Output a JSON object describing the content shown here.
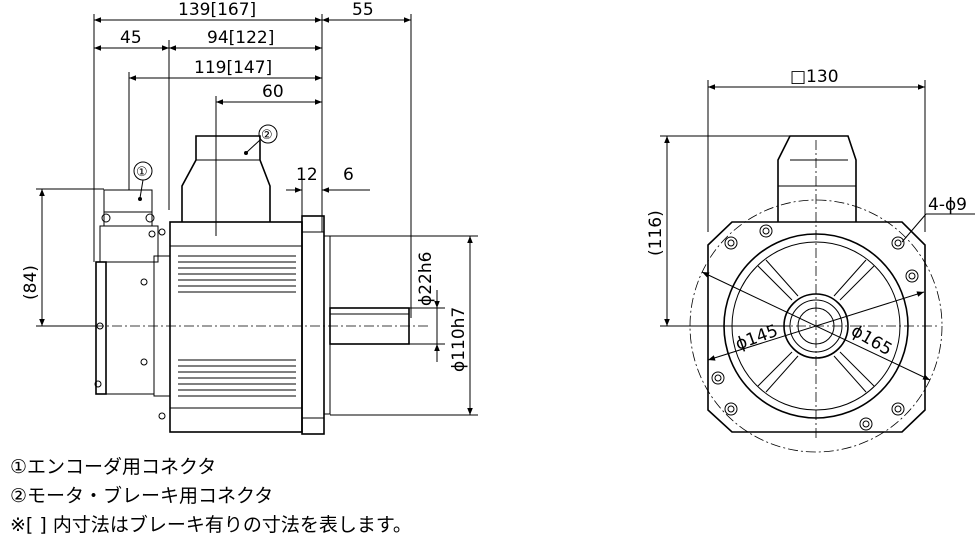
{
  "side_view": {
    "dims": {
      "overall": "139[167]",
      "shaft_len": "55",
      "enc_conn": "45",
      "body": "94[122]",
      "brake_conn": "119[147]",
      "conn2": "60",
      "flange_thk": "12",
      "shaft_step": "6",
      "enc_height": "(84)",
      "shaft_dia": "ϕ22h6",
      "pilot_dia": "ϕ110h7"
    },
    "callouts": {
      "encoder": "①",
      "brake": "②"
    }
  },
  "front_view": {
    "dims": {
      "flange_sq": "□130",
      "height": "(116)",
      "holes": "4-ϕ9",
      "dia_145": "ϕ145",
      "dia_165": "ϕ165"
    }
  },
  "notes": {
    "line1": "①エンコーダ用コネクタ",
    "line2": "②モータ・ブレーキ用コネクタ",
    "line3": "※[ ] 内寸法はブレーキ有りの寸法を表します。"
  }
}
